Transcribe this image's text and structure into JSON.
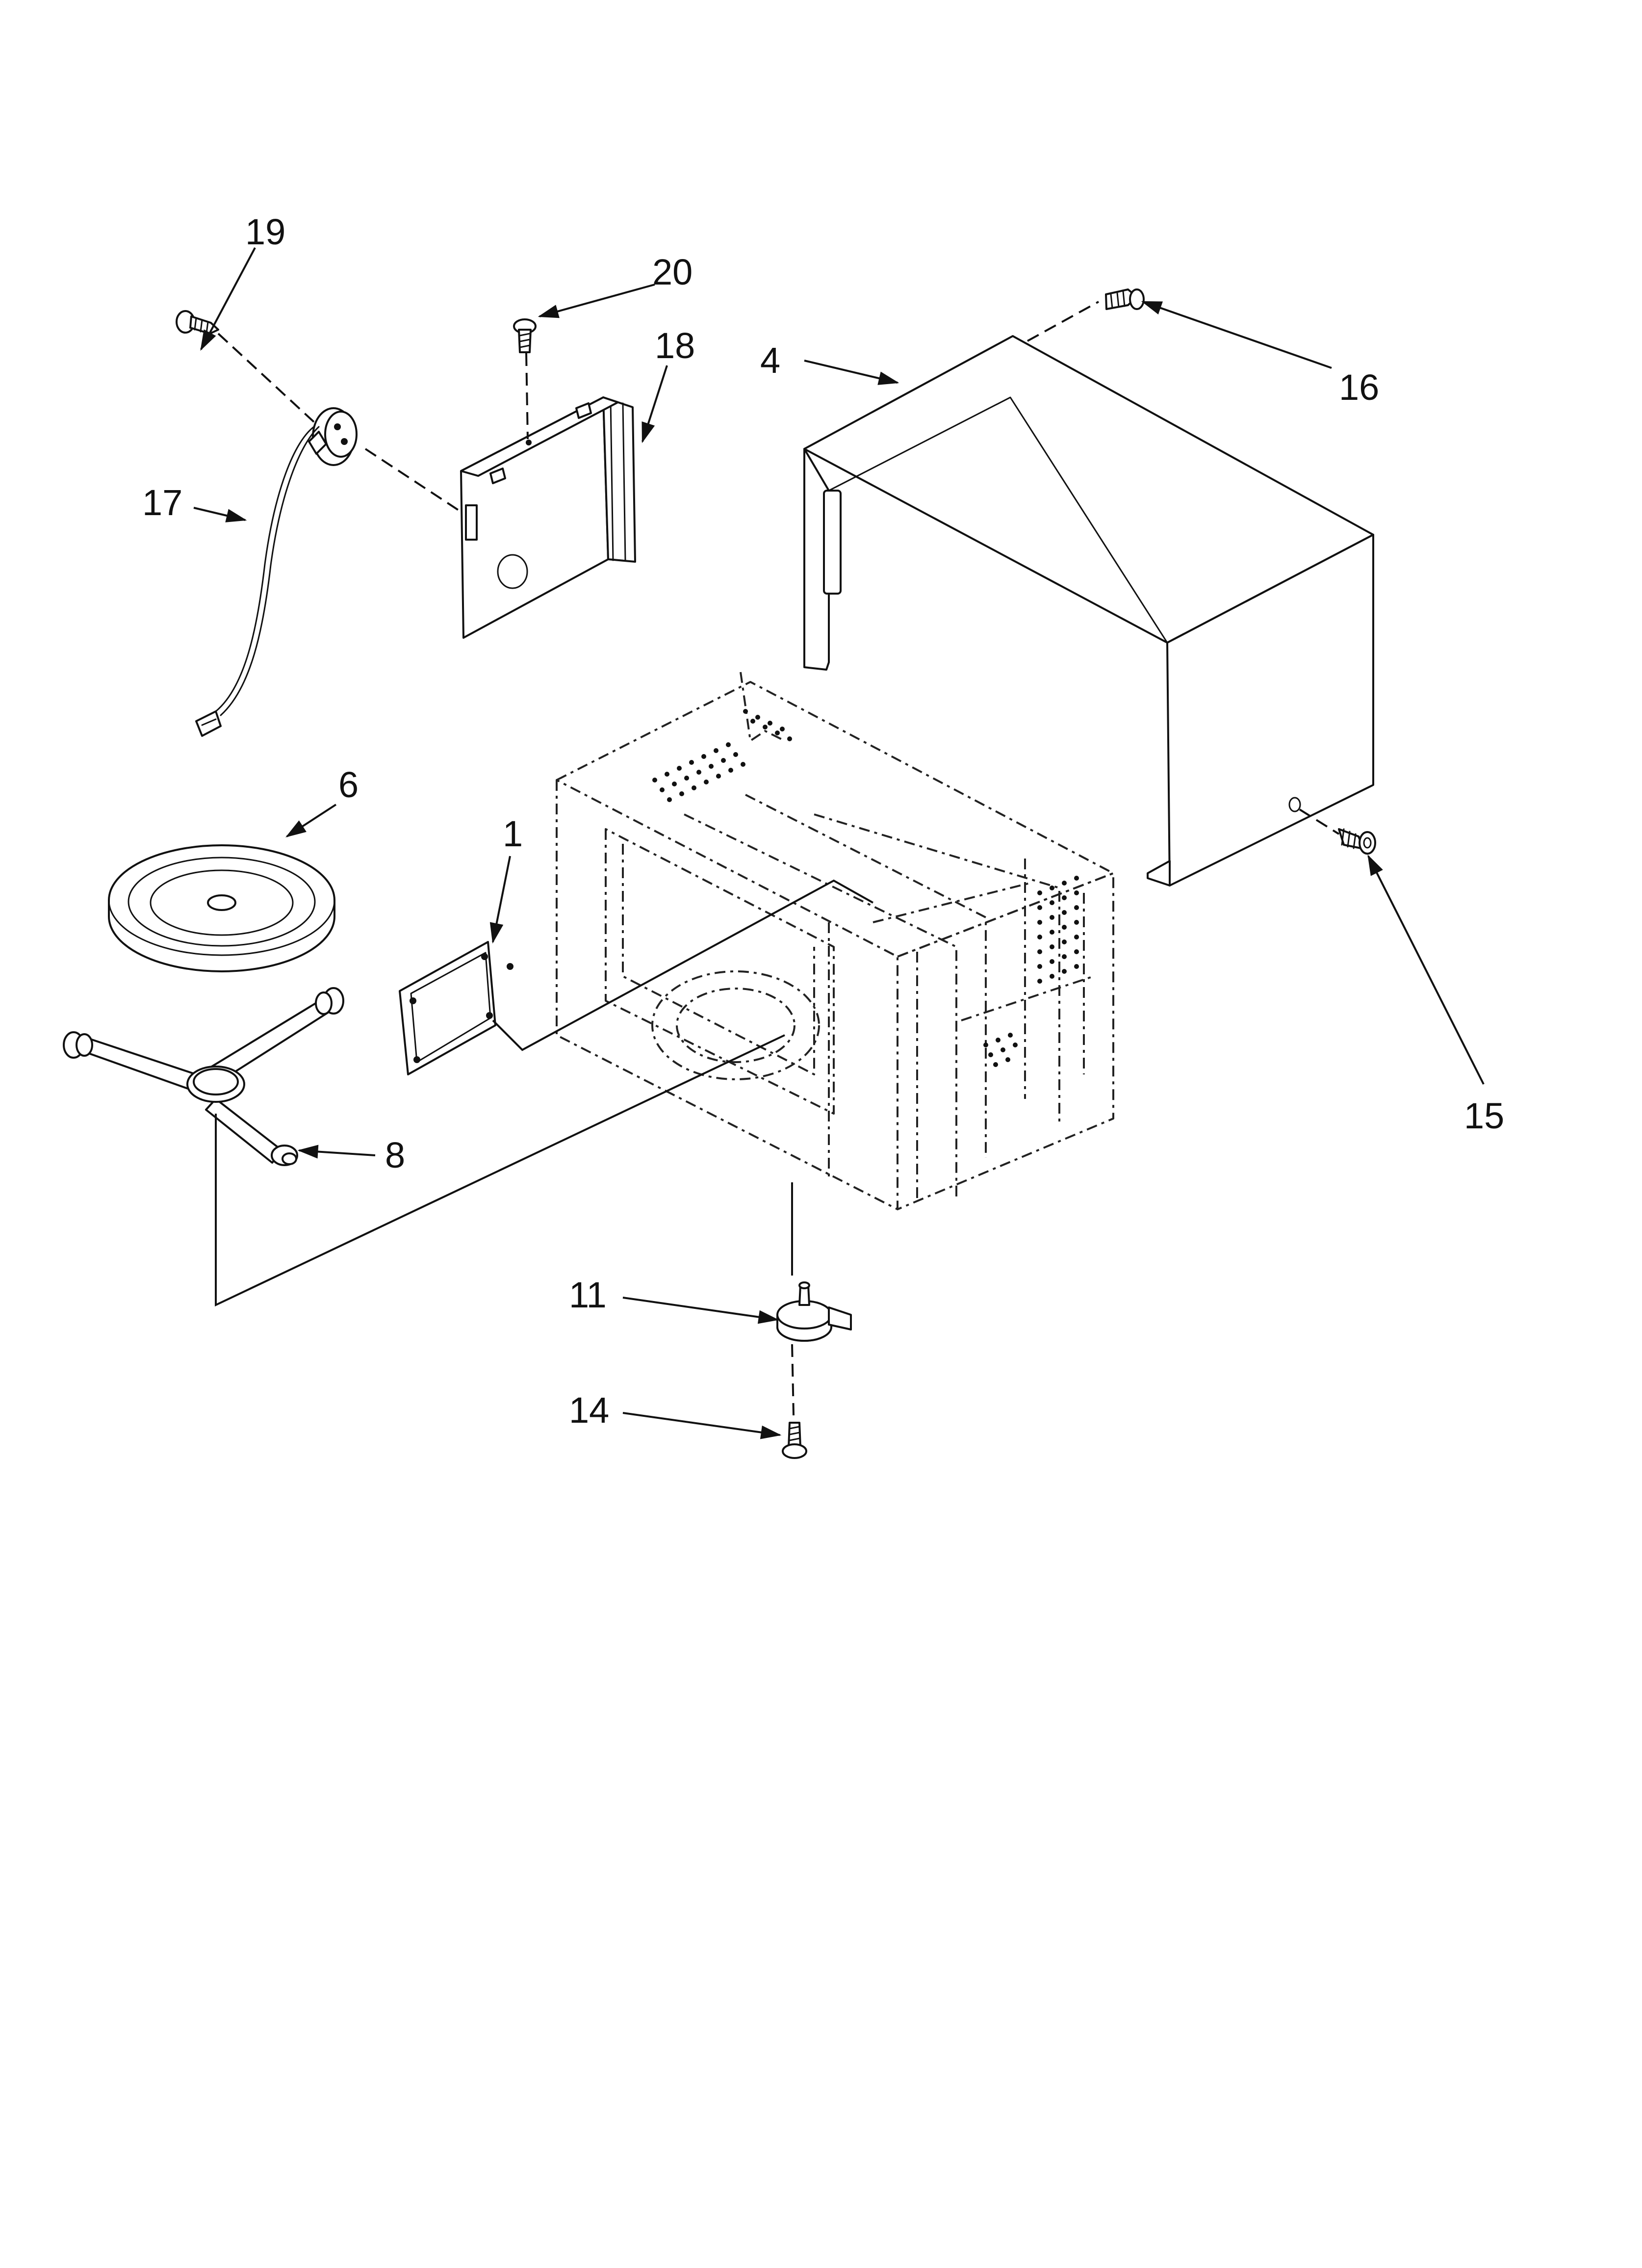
{
  "callouts": {
    "p1": "1",
    "p4": "4",
    "p6": "6",
    "p8": "8",
    "p11": "11",
    "p14": "14",
    "p15": "15",
    "p16": "16",
    "p17": "17",
    "p18": "18",
    "p19": "19",
    "p20": "20"
  },
  "parts": [
    {
      "number": "1",
      "name": "waveguide-cover-gasket"
    },
    {
      "number": "4",
      "name": "outer-wrapper-cabinet"
    },
    {
      "number": "6",
      "name": "glass-turntable-tray"
    },
    {
      "number": "8",
      "name": "turntable-roller-support"
    },
    {
      "number": "11",
      "name": "turntable-motor"
    },
    {
      "number": "14",
      "name": "motor-mounting-screw"
    },
    {
      "number": "15",
      "name": "wrapper-side-screw"
    },
    {
      "number": "16",
      "name": "wrapper-rear-screw"
    },
    {
      "number": "17",
      "name": "thermal-cutout-with-wire"
    },
    {
      "number": "18",
      "name": "mounting-bracket-plate"
    },
    {
      "number": "19",
      "name": "cutout-screw"
    },
    {
      "number": "20",
      "name": "bracket-screw"
    }
  ],
  "colors": {
    "ink": "#111111",
    "background": "#ffffff"
  }
}
